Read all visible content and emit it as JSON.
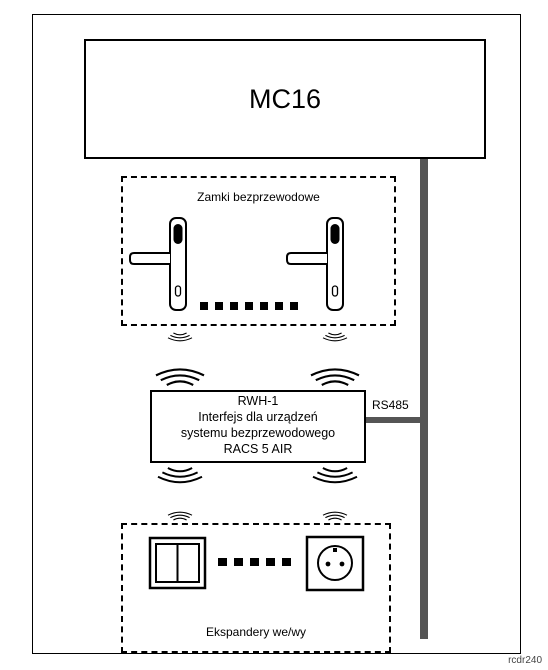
{
  "controller": {
    "label": "MC16"
  },
  "bus": {
    "label": "RS485"
  },
  "locks": {
    "label": "Zamki bezprzewodowe"
  },
  "interface": {
    "lines": [
      "RWH-1",
      "Interfejs dla urządzeń",
      "systemu bezprzewodowego",
      "RACS 5 AIR"
    ]
  },
  "expanders": {
    "label": "Ekspandery we/wy"
  },
  "footer": {
    "code": "rcdr240"
  },
  "icons": [
    "door-handle-icon",
    "wireless-waves-icon",
    "double-switch-icon",
    "power-socket-icon"
  ]
}
